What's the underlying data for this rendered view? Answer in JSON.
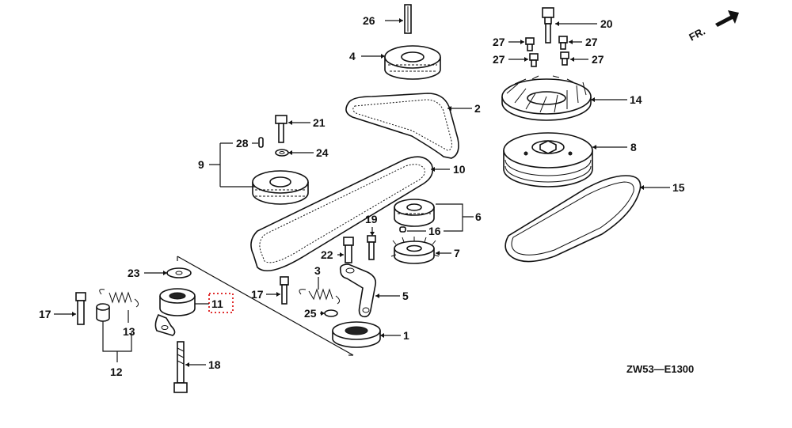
{
  "diagram": {
    "code": "ZW53—E1300",
    "direction_label": "FR.",
    "callouts": [
      {
        "id": "1",
        "text": "1"
      },
      {
        "id": "2",
        "text": "2"
      },
      {
        "id": "3",
        "text": "3"
      },
      {
        "id": "4",
        "text": "4"
      },
      {
        "id": "5",
        "text": "5"
      },
      {
        "id": "6",
        "text": "6"
      },
      {
        "id": "7",
        "text": "7"
      },
      {
        "id": "8",
        "text": "8"
      },
      {
        "id": "9",
        "text": "9"
      },
      {
        "id": "10",
        "text": "10"
      },
      {
        "id": "11",
        "text": "11"
      },
      {
        "id": "12",
        "text": "12"
      },
      {
        "id": "13",
        "text": "13"
      },
      {
        "id": "14",
        "text": "14"
      },
      {
        "id": "15",
        "text": "15"
      },
      {
        "id": "16",
        "text": "16"
      },
      {
        "id": "17a",
        "text": "17"
      },
      {
        "id": "17b",
        "text": "17"
      },
      {
        "id": "18",
        "text": "18"
      },
      {
        "id": "19",
        "text": "19"
      },
      {
        "id": "20",
        "text": "20"
      },
      {
        "id": "21",
        "text": "21"
      },
      {
        "id": "22",
        "text": "22"
      },
      {
        "id": "23",
        "text": "23"
      },
      {
        "id": "24",
        "text": "24"
      },
      {
        "id": "25",
        "text": "25"
      },
      {
        "id": "26",
        "text": "26"
      },
      {
        "id": "27a",
        "text": "27"
      },
      {
        "id": "27b",
        "text": "27"
      },
      {
        "id": "27c",
        "text": "27"
      },
      {
        "id": "27d",
        "text": "27"
      },
      {
        "id": "28",
        "text": "28"
      }
    ]
  }
}
